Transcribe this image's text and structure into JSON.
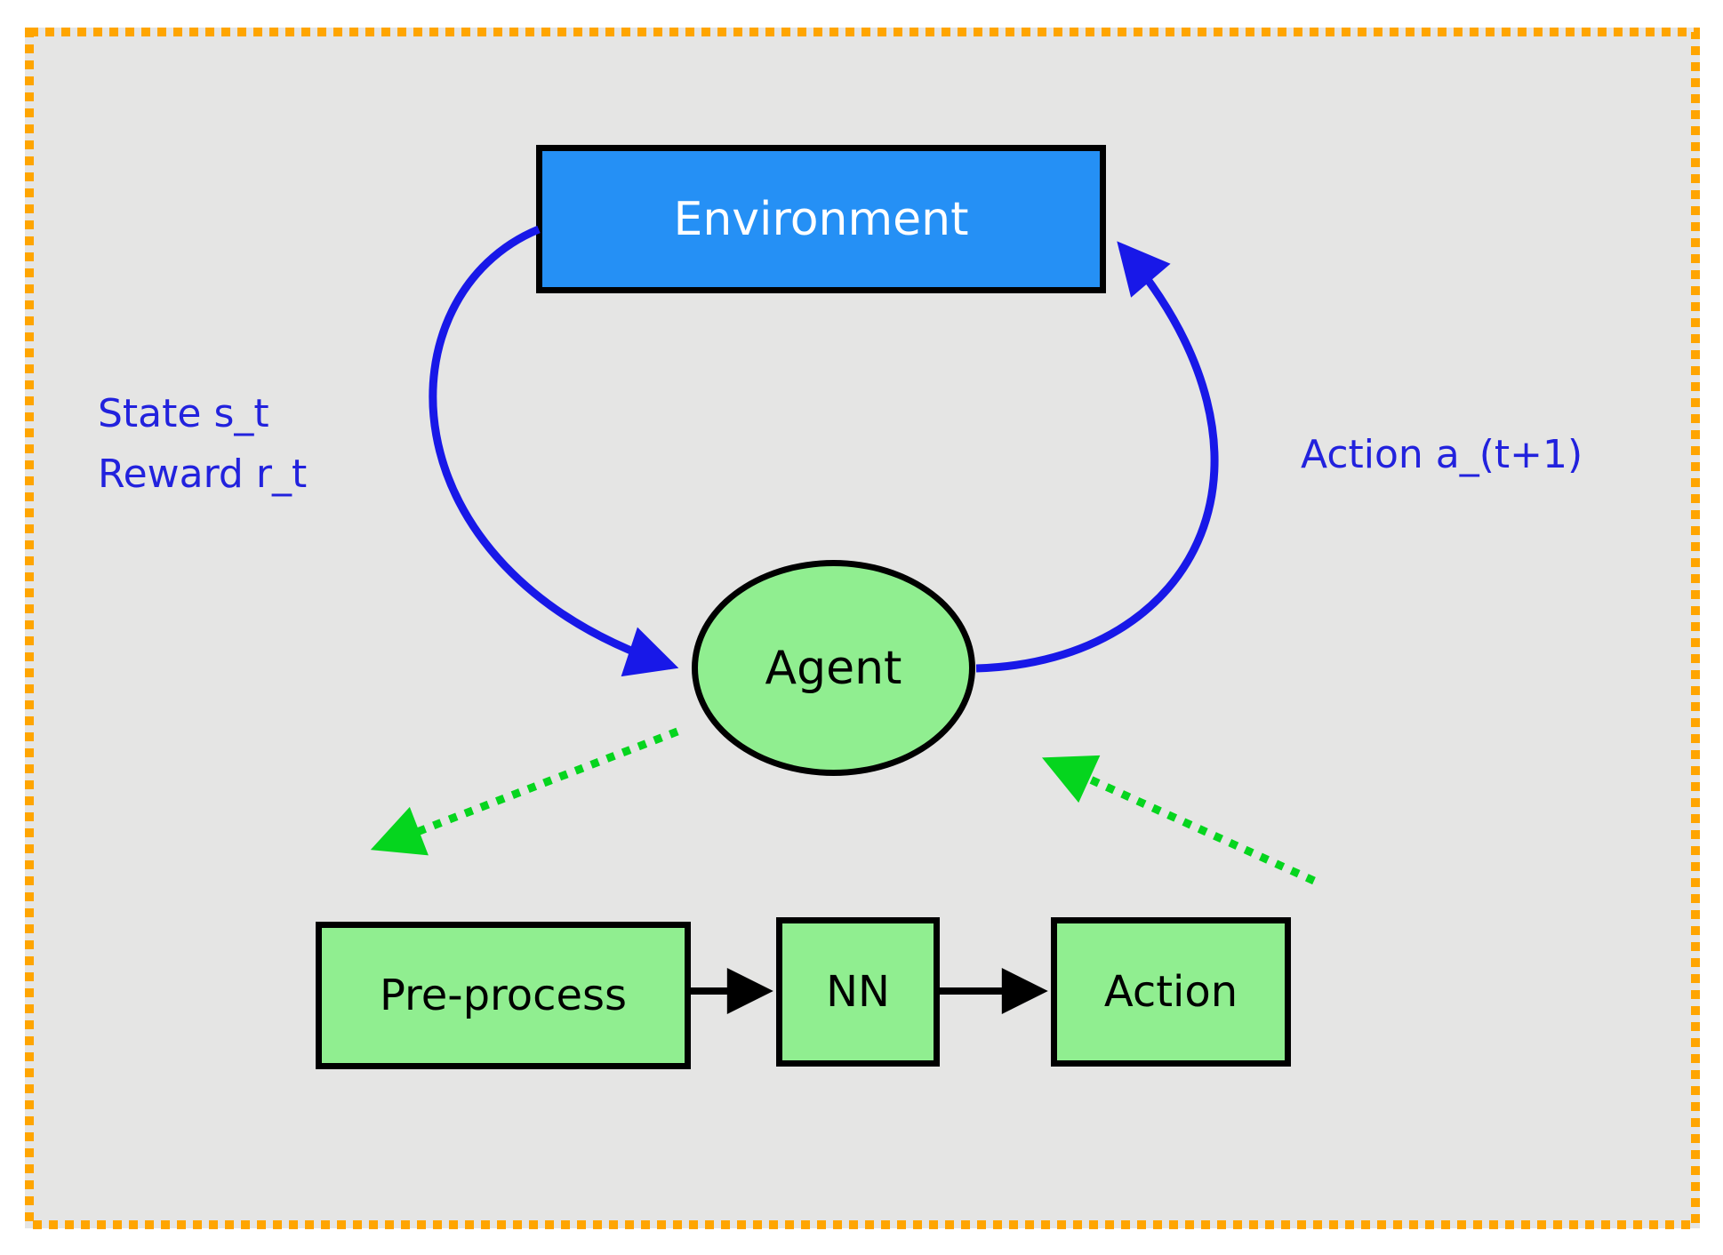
{
  "nodes": {
    "environment": "Environment",
    "agent": "Agent",
    "preprocess": "Pre-process",
    "nn": "NN",
    "action": "Action"
  },
  "labels": {
    "state": "State s_t",
    "reward": "Reward r_t",
    "action_next": "Action a_(t+1)"
  },
  "colors": {
    "frame_dots_orange": "#ffa500",
    "panel_background": "#e5e5e4",
    "environment_fill": "#2590f5",
    "environment_text": "#ffffff",
    "node_green_fill": "#90ee90",
    "loop_arrow_blue": "#1818e8",
    "loop_label_blue": "#2222dd",
    "dotted_arrow_green": "#05d51e",
    "pipeline_arrow_black": "#000000",
    "node_border_black": "#000000"
  }
}
